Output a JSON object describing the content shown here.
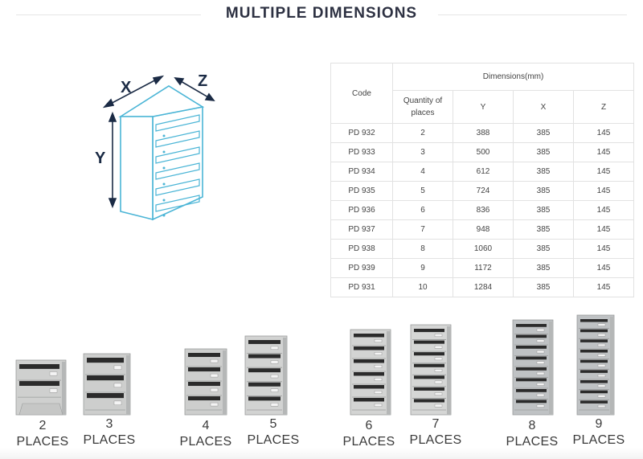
{
  "title": "MULTIPLE DIMENSIONS",
  "diagram": {
    "label_x": "X",
    "label_y": "Y",
    "label_z": "Z"
  },
  "table": {
    "code_header": "Code",
    "group_header": "Dimensions(mm)",
    "quantity_header": "Quantity of places",
    "y_header": "Y",
    "x_header": "X",
    "z_header": "Z",
    "rows": [
      [
        "PD 932",
        "2",
        "388",
        "385",
        "145"
      ],
      [
        "PD 933",
        "3",
        "500",
        "385",
        "145"
      ],
      [
        "PD 934",
        "4",
        "612",
        "385",
        "145"
      ],
      [
        "PD 935",
        "5",
        "724",
        "385",
        "145"
      ],
      [
        "PD 936",
        "6",
        "836",
        "385",
        "145"
      ],
      [
        "PD 937",
        "7",
        "948",
        "385",
        "145"
      ],
      [
        "PD 938",
        "8",
        "1060",
        "385",
        "145"
      ],
      [
        "PD 939",
        "9",
        "1172",
        "385",
        "145"
      ],
      [
        "PD 931",
        "10",
        "1284",
        "385",
        "145"
      ]
    ]
  },
  "mailboxes": [
    {
      "number": "2",
      "label": "PLACES"
    },
    {
      "number": "3",
      "label": "PLACES"
    },
    {
      "number": "4",
      "label": "PLACES"
    },
    {
      "number": "5",
      "label": "PLACES"
    },
    {
      "number": "6",
      "label": "PLACES"
    },
    {
      "number": "7",
      "label": "PLACES"
    },
    {
      "number": "8",
      "label": "PLACES"
    },
    {
      "number": "9",
      "label": "PLACES"
    }
  ]
}
